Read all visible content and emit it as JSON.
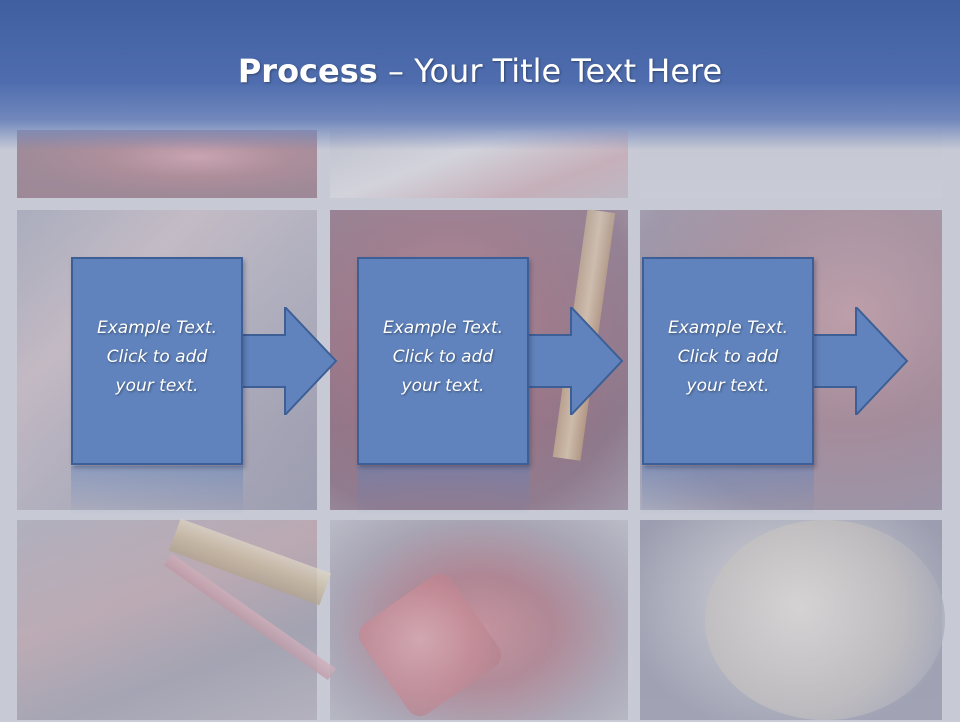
{
  "slide": {
    "title_bold": "Process",
    "title_rest": " – Your Title Text Here"
  },
  "steps": [
    {
      "line1": "Example Text.",
      "line2": "Click  to add",
      "line3": "your text."
    },
    {
      "line1": "Example Text.",
      "line2": "Click  to add",
      "line3": "your text."
    },
    {
      "line1": "Example Text.",
      "line2": "Click  to add",
      "line3": "your text."
    }
  ],
  "colors": {
    "header": "#4f6dae",
    "box_fill": "#6083bd",
    "box_border": "#3d5f96",
    "text": "#ffffff"
  }
}
